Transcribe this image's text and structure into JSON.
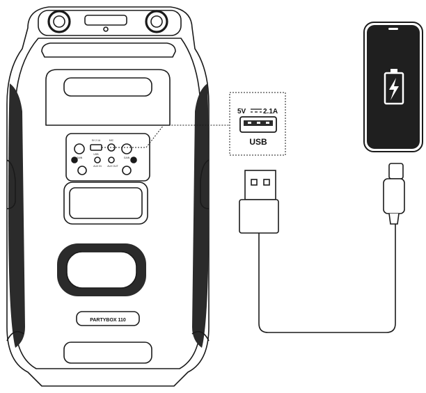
{
  "speaker": {
    "model_label": "PARTYBOX 110",
    "panel_labels": {
      "usb": "USB",
      "mic": "MIC",
      "aux_in": "AUX IN",
      "aux_out": "AUX OUT",
      "gain_left": "GAIN",
      "gain_right": "GAIN",
      "dc": "5V 2.1A"
    }
  },
  "usb_callout": {
    "rating_voltage": "5V",
    "rating_current": "2.1A",
    "port_label": "USB"
  },
  "phone": {
    "status_icon": "battery-charging-icon"
  },
  "cable": {
    "end_a": "usb-a-plug",
    "end_b": "usb-c-plug"
  },
  "colors": {
    "line": "#1a1a1a",
    "grille": "#2b2b2b",
    "screen": "#1f1f1f",
    "bolt": "#ffffff"
  }
}
